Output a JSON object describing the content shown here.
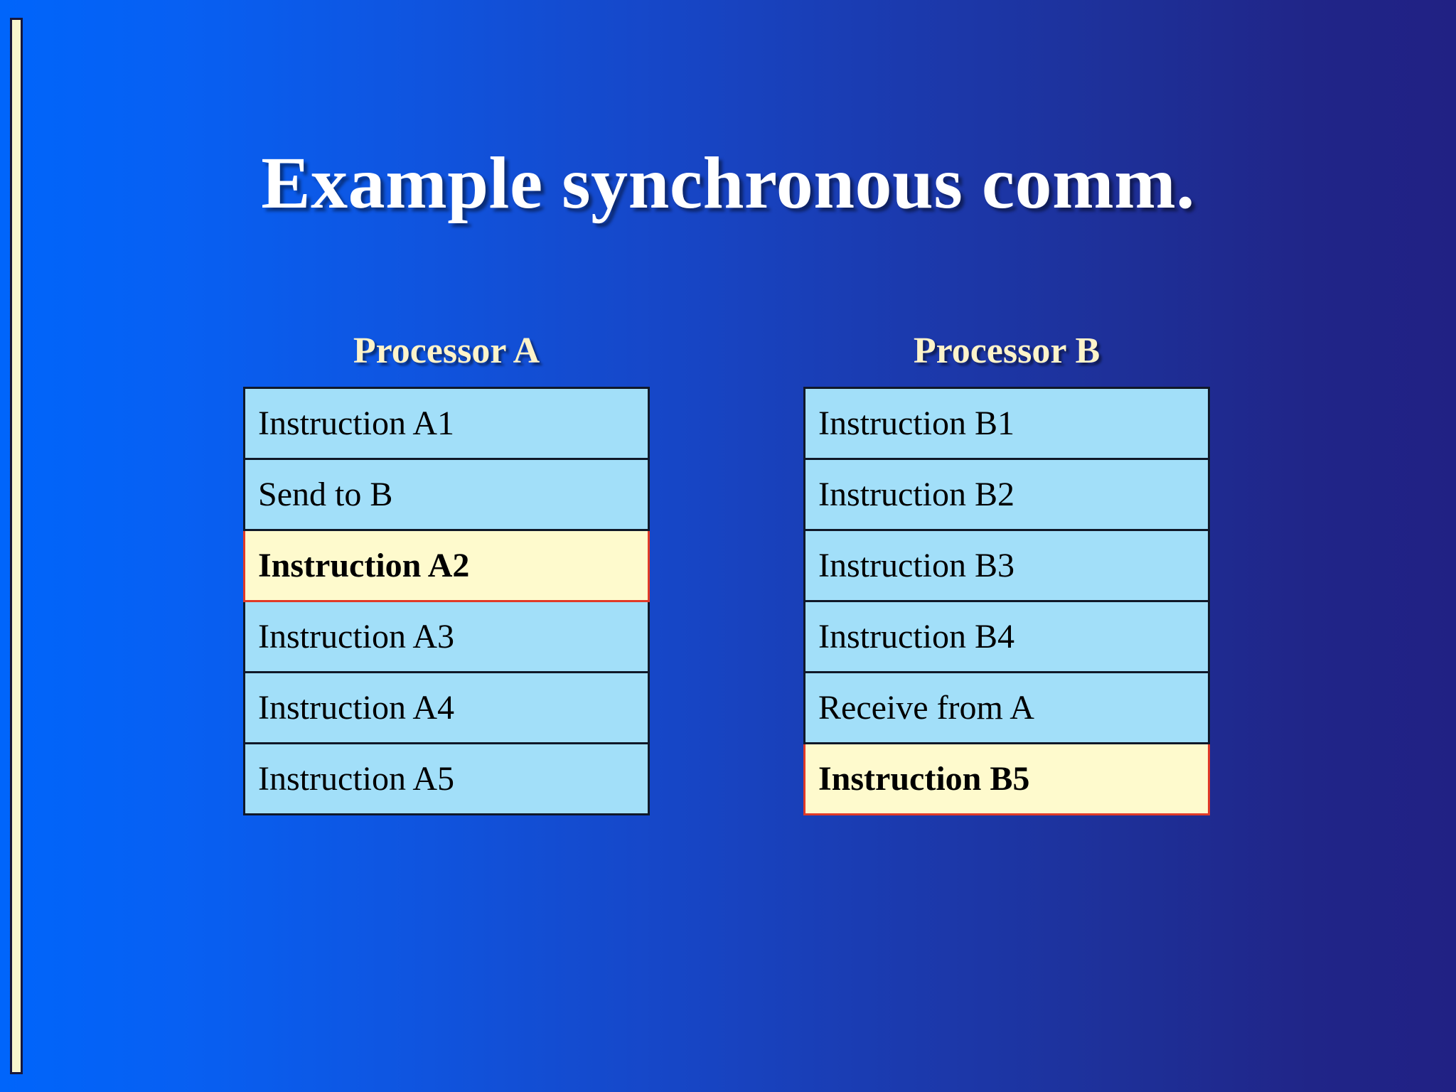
{
  "slide": {
    "title": "Example synchronous comm.",
    "colors": {
      "background_left": "#0065fb",
      "background_right": "#212184",
      "title_text": "#ffffff",
      "heading_text": "#fdf3c9",
      "cell_background": "#a2dff9",
      "cell_border": "#101828",
      "highlight_background": "#fefacd",
      "highlight_border": "#e03a28",
      "left_bar": "#f7f5cd"
    }
  },
  "processors": [
    {
      "heading": "Processor A",
      "rows": [
        {
          "label": "Instruction A1",
          "highlighted": false
        },
        {
          "label": "Send to B",
          "highlighted": false
        },
        {
          "label": "Instruction A2",
          "highlighted": true
        },
        {
          "label": "Instruction A3",
          "highlighted": false
        },
        {
          "label": "Instruction A4",
          "highlighted": false
        },
        {
          "label": "Instruction A5",
          "highlighted": false
        }
      ]
    },
    {
      "heading": "Processor B",
      "rows": [
        {
          "label": "Instruction B1",
          "highlighted": false
        },
        {
          "label": "Instruction B2",
          "highlighted": false
        },
        {
          "label": "Instruction B3",
          "highlighted": false
        },
        {
          "label": "Instruction B4",
          "highlighted": false
        },
        {
          "label": "Receive from A",
          "highlighted": false
        },
        {
          "label": "Instruction B5",
          "highlighted": true
        }
      ]
    }
  ]
}
